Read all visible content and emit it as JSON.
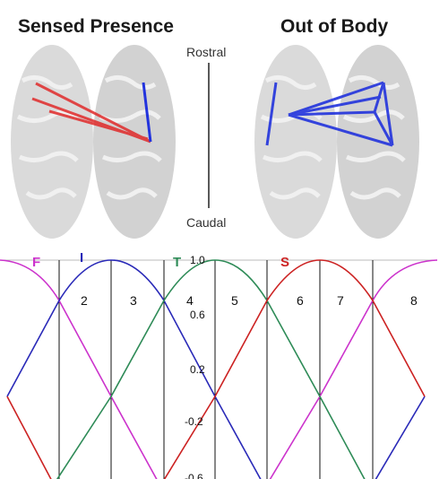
{
  "panels": {
    "left_title": "Sensed Presence",
    "right_title": "Out of Body"
  },
  "orientation": {
    "top": "Rostral",
    "bottom": "Caudal"
  },
  "colors": {
    "sensed_presence_lines": "#e02a2a",
    "out_of_body_lines": "#2233dd",
    "brain_fill": "#d6d6d6"
  },
  "chart_data": {
    "type": "line",
    "curves": [
      {
        "letter": "F",
        "color": "#cc33cc"
      },
      {
        "letter": "I",
        "color": "#2a2ab8"
      },
      {
        "letter": "T",
        "color": "#2e8b57"
      },
      {
        "letter": "S",
        "color": "#cc2222"
      }
    ],
    "sectors": [
      "2",
      "3",
      "4",
      "5",
      "6",
      "7",
      "8"
    ],
    "y_ticks": [
      "1.0",
      "0.6",
      "0.2",
      "-0.2",
      "-0.6"
    ],
    "ylim": [
      -0.6,
      1.0
    ]
  }
}
